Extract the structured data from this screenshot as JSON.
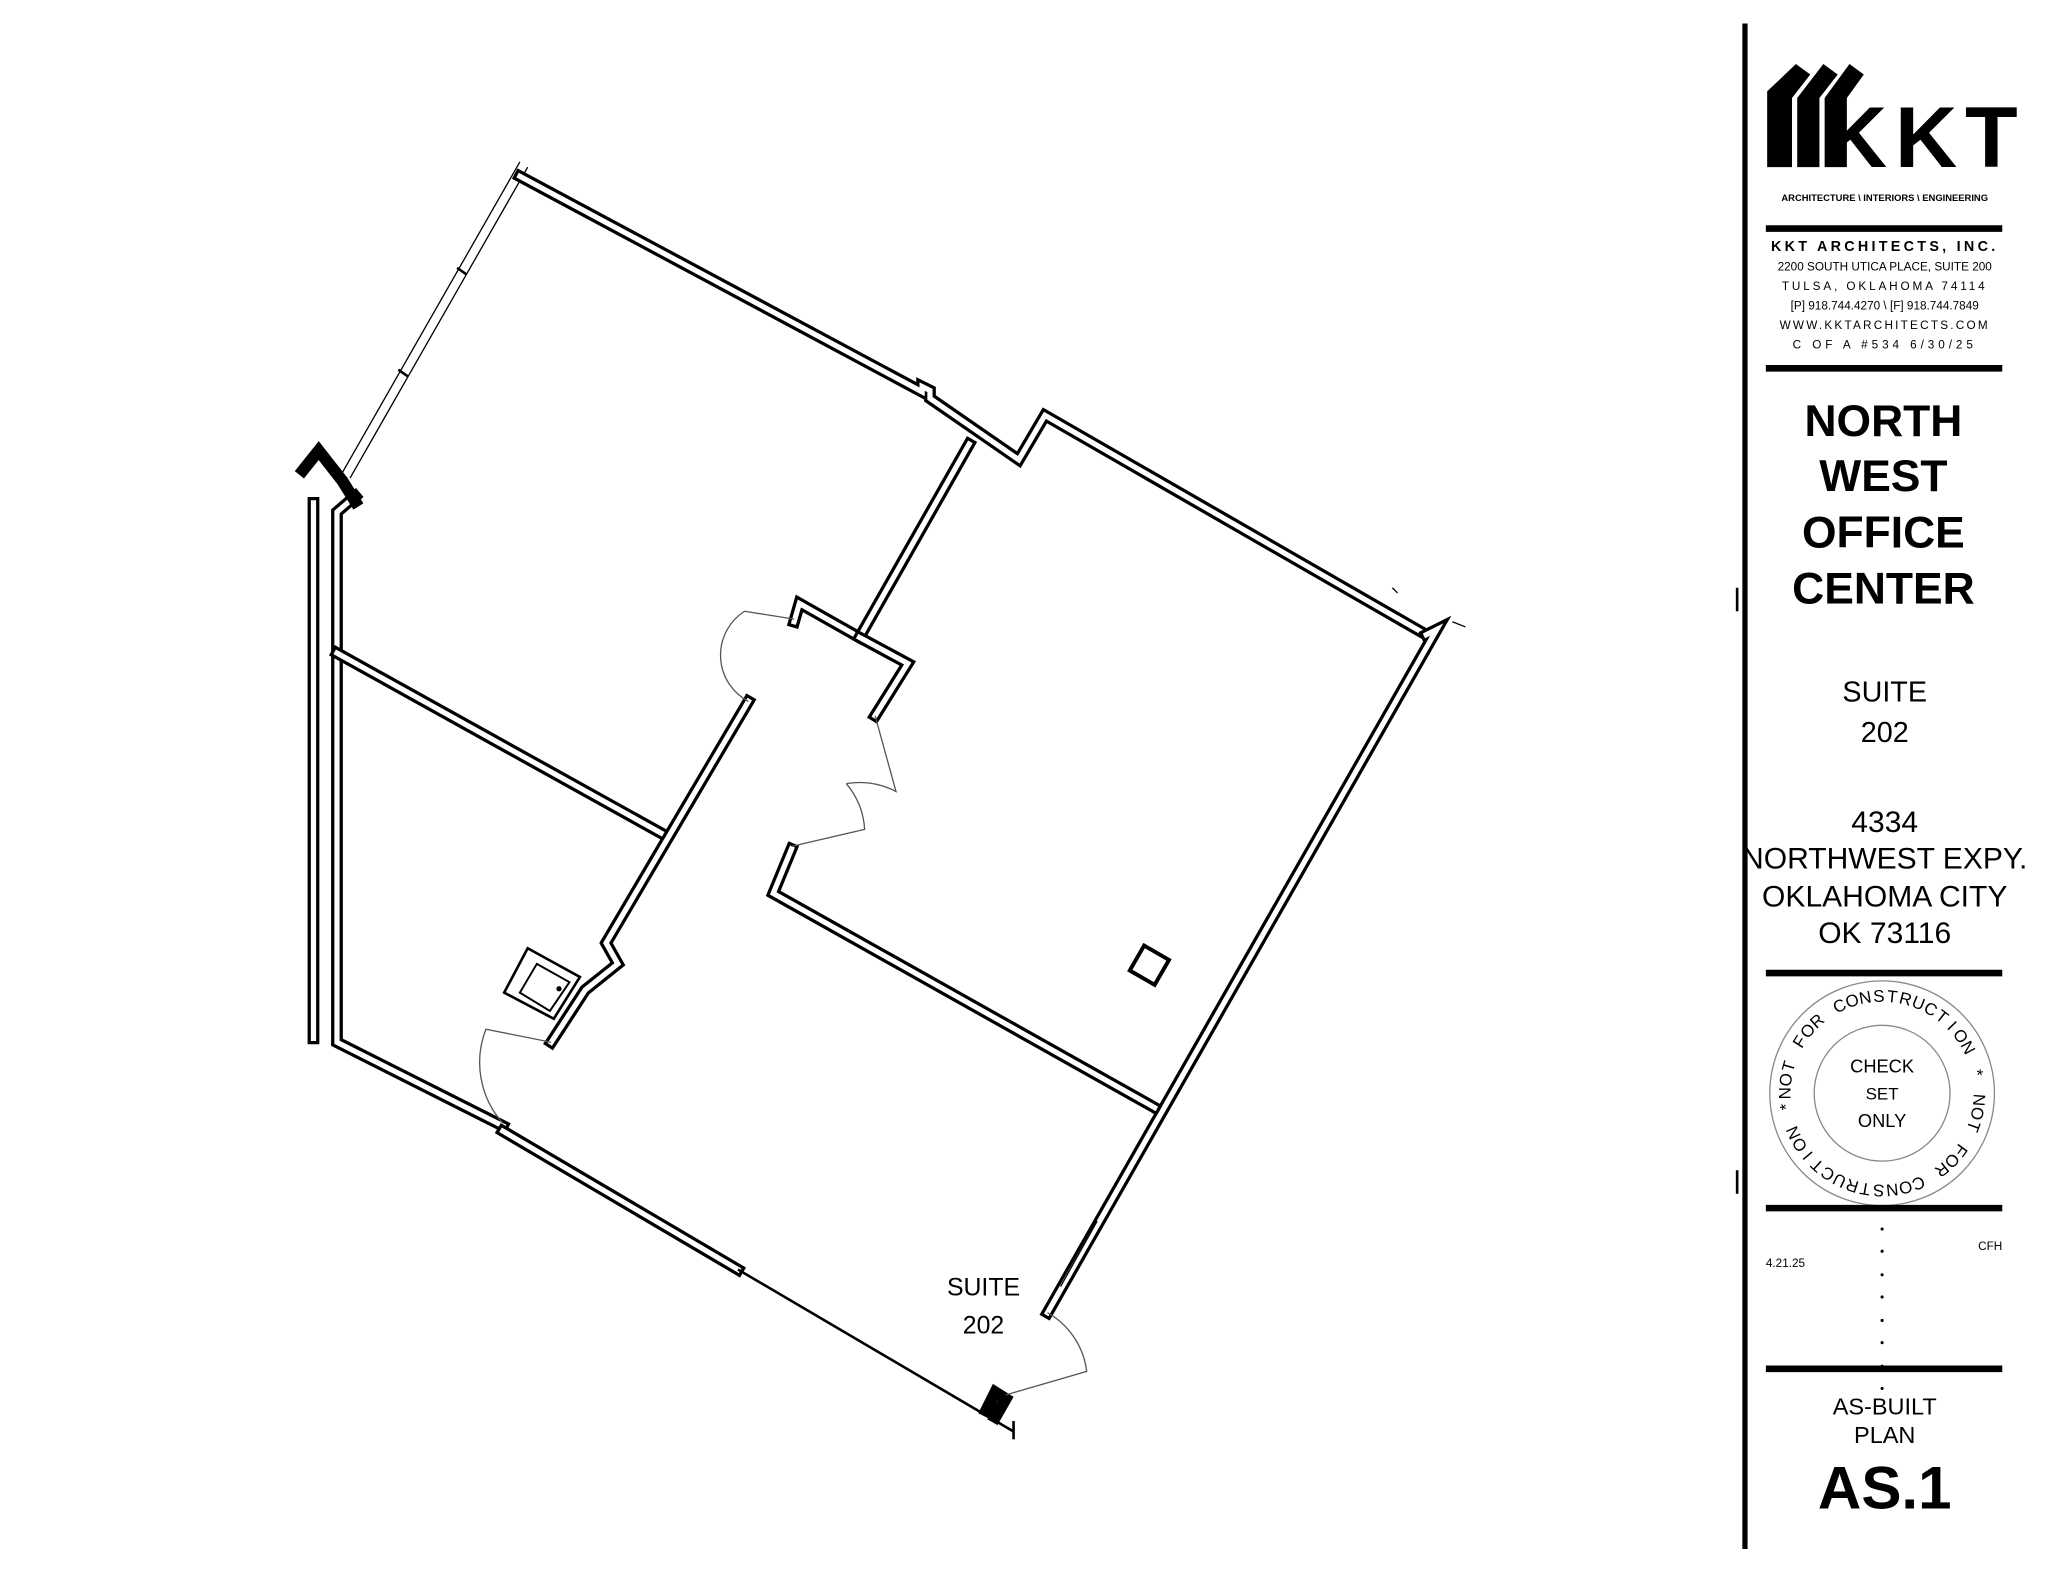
{
  "plan": {
    "room_label_line1": "SUITE",
    "room_label_line2": "202"
  },
  "title_block": {
    "logo_text": "KKT",
    "logo_tagline": "ARCHITECTURE \\ INTERIORS \\ ENGINEERING",
    "firm_name": "KKT ARCHITECTS, INC.",
    "address_line1": "2200 SOUTH UTICA PLACE, SUITE 200",
    "address_line2": "TULSA, OKLAHOMA 74114",
    "phone_fax": "[P] 918.744.4270 \\ [F] 918.744.7849",
    "website": "WWW.KKTARCHITECTS.COM",
    "license": "C OF A #534 6/30/25",
    "project_name": [
      "NORTH",
      "WEST",
      "OFFICE",
      "CENTER"
    ],
    "suite": [
      "SUITE",
      "202"
    ],
    "project_address": [
      "4334",
      "NORTHWEST EXPY.",
      "OKLAHOMA CITY",
      "OK 73116"
    ],
    "stamp": {
      "ring_text": "NOT FOR CONSTRUCTION * NOT FOR CONSTRUCTION *",
      "center": [
        "CHECK",
        "SET",
        "ONLY"
      ]
    },
    "revision_date": "4.21.25",
    "drawn_by": "CFH",
    "sheet_title": [
      "AS-BUILT",
      "PLAN"
    ],
    "sheet_number": "AS.1"
  }
}
